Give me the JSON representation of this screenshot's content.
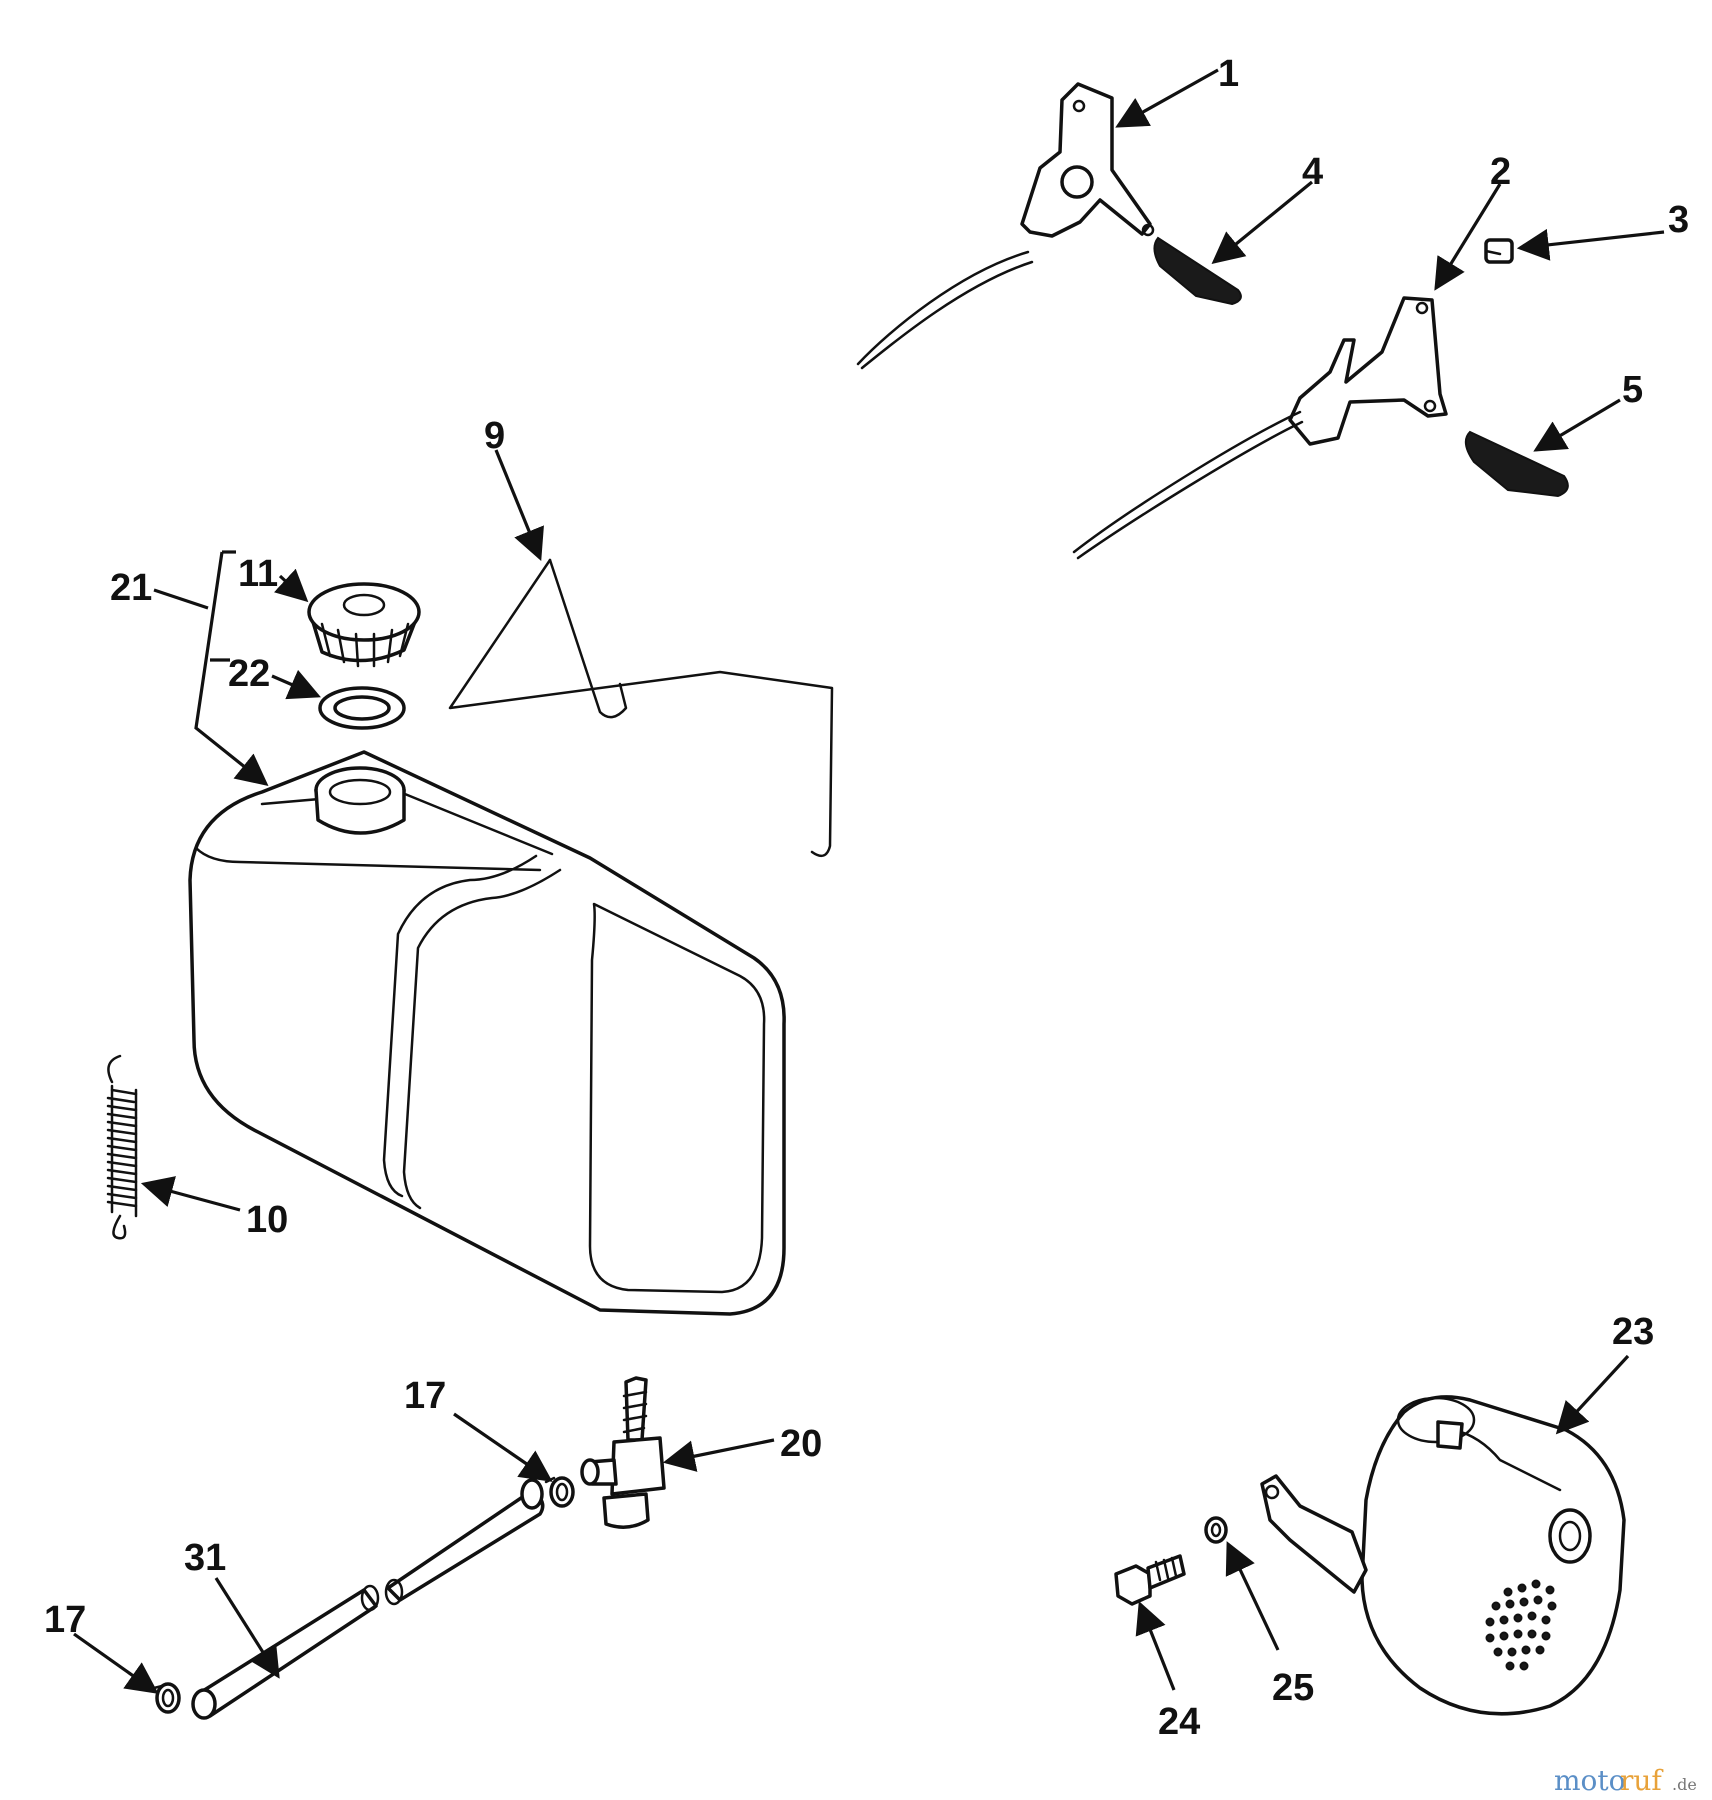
{
  "diagram": {
    "callouts": [
      "1",
      "2",
      "3",
      "4",
      "5",
      "9",
      "10",
      "11",
      "17",
      "17",
      "20",
      "21",
      "22",
      "23",
      "24",
      "25",
      "31"
    ],
    "parts": [
      "throttle-bracket",
      "choke-bracket",
      "screw",
      "throttle-knob",
      "choke-knob",
      "fuel-tank-strap",
      "tension-spring",
      "fuel-cap",
      "hose-clamp",
      "fuel-shutoff-valve",
      "fuel-tank",
      "cap-gasket",
      "muffler",
      "bolt",
      "lock-washer",
      "fuel-line"
    ],
    "watermark": {
      "part1": "moto",
      "part2": "ruf",
      "suffix": ".de"
    }
  }
}
